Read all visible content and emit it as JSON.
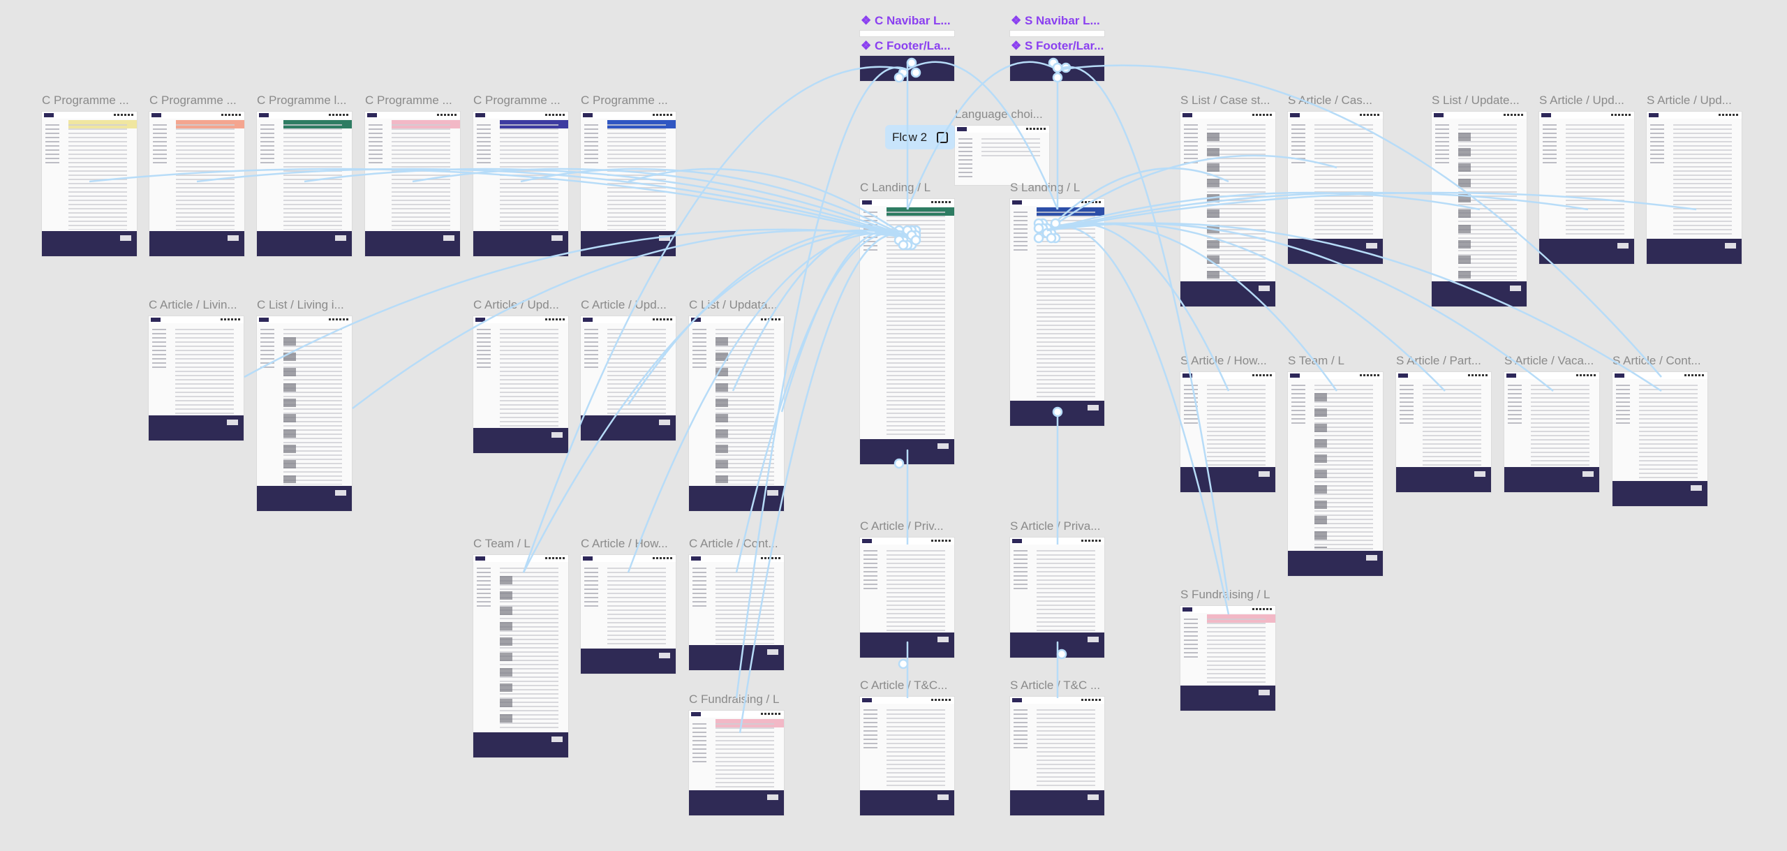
{
  "flow_button": {
    "label": "Flow 2",
    "icon": "play-icon"
  },
  "component_labels": {
    "c_navibar": "❖ C Navibar L...",
    "c_footer": "❖ C Footer/La...",
    "s_navibar": "❖ S Navibar L...",
    "s_footer": "❖ S Footer/Lar..."
  },
  "frames": [
    {
      "key": "c_prog_1",
      "label": "C Programme ..."
    },
    {
      "key": "c_prog_2",
      "label": "C Programme ..."
    },
    {
      "key": "c_prog_3",
      "label": "C Programme l..."
    },
    {
      "key": "c_prog_4",
      "label": "C Programme ..."
    },
    {
      "key": "c_prog_5",
      "label": "C Programme ..."
    },
    {
      "key": "c_prog_6",
      "label": "C Programme ..."
    },
    {
      "key": "language",
      "label": "Language choi..."
    },
    {
      "key": "c_landing",
      "label": "C Landing / L"
    },
    {
      "key": "s_landing",
      "label": "S Landing / L"
    },
    {
      "key": "s_list_case",
      "label": "S List / Case st..."
    },
    {
      "key": "s_article_case",
      "label": "S Article / Cas..."
    },
    {
      "key": "s_list_update",
      "label": "S List / Update..."
    },
    {
      "key": "s_article_upd_1",
      "label": "S Article / Upd..."
    },
    {
      "key": "s_article_upd_2",
      "label": "S Article / Upd..."
    },
    {
      "key": "c_article_living",
      "label": "C Article / Livin..."
    },
    {
      "key": "c_list_living",
      "label": "C List / Living i..."
    },
    {
      "key": "c_article_upd_1",
      "label": "C Article / Upd..."
    },
    {
      "key": "c_article_upd_2",
      "label": "C Article / Upd..."
    },
    {
      "key": "c_list_update",
      "label": "C List / Updata..."
    },
    {
      "key": "s_article_how",
      "label": "S Article / How..."
    },
    {
      "key": "s_team",
      "label": "S Team / L"
    },
    {
      "key": "s_article_part",
      "label": "S Article / Part..."
    },
    {
      "key": "s_article_vaca",
      "label": "S Article / Vaca..."
    },
    {
      "key": "s_article_cont",
      "label": "S Article / Cont..."
    },
    {
      "key": "c_team",
      "label": "C Team / L"
    },
    {
      "key": "c_article_how",
      "label": "C Article / How..."
    },
    {
      "key": "c_article_cont",
      "label": "C Article / Cont..."
    },
    {
      "key": "c_article_priv",
      "label": "C Article / Priv..."
    },
    {
      "key": "s_article_priv",
      "label": "S Article / Priva..."
    },
    {
      "key": "s_fundraising",
      "label": "S Fundraising / L"
    },
    {
      "key": "c_fundraising",
      "label": "C Fundraising / L"
    },
    {
      "key": "c_article_tc",
      "label": "C Article / T&C..."
    },
    {
      "key": "s_article_tc",
      "label": "S Article / T&C ..."
    }
  ],
  "colors": {
    "canvas": "#e5e5e5",
    "wire": "#b7dcf8",
    "footer": "#2f2a55",
    "component_label": "#8a3ff0",
    "flow_button": "#c8e4fb"
  }
}
